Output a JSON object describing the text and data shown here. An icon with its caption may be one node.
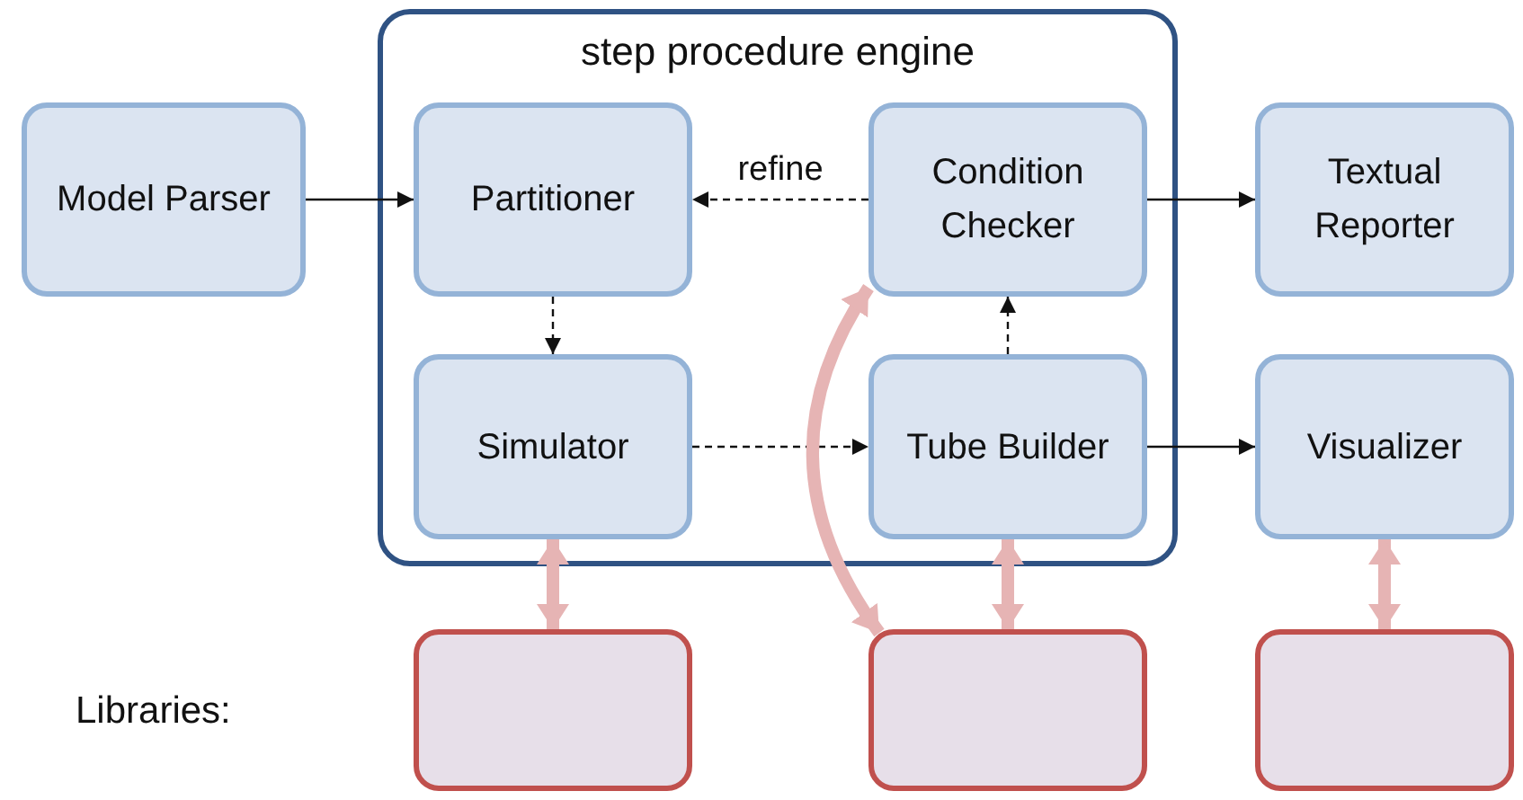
{
  "diagram": {
    "nodes": [
      {
        "text": [
          "step procedure engine"
        ]
      },
      {
        "text": [
          "Model Parser"
        ]
      },
      {
        "text": [
          "Partitioner"
        ],
        "in": 0
      },
      {
        "text": [
          "Condition Checker"
        ],
        "in": 0
      },
      {
        "text": [
          "Textual Reporter"
        ]
      },
      {
        "text": [
          "Simulator"
        ],
        "in": 0
      },
      {
        "text": [
          "Tube Builder"
        ],
        "in": 0
      },
      {
        "text": [
          "Visualizer"
        ]
      },
      {
        "text": [],
        "shape": "box"
      },
      {
        "text": [],
        "shape": "box"
      },
      {
        "text": [],
        "shape": "box"
      }
    ],
    "edges": [
      {
        "from": 1,
        "to": 2,
        "arrow": "to"
      },
      {
        "from": 3,
        "to": 2,
        "arrow": "to",
        "label": "refine",
        "style": "dashed"
      },
      {
        "from": 2,
        "to": 5,
        "arrow": "to",
        "style": "dashed"
      },
      {
        "from": 5,
        "to": 6,
        "arrow": "to",
        "style": "dashed"
      },
      {
        "from": 6,
        "to": 3,
        "arrow": "to",
        "style": "dashed"
      },
      {
        "from": 3,
        "to": 4,
        "arrow": "to"
      },
      {
        "from": 6,
        "to": 7,
        "arrow": "to"
      },
      {
        "from": 5,
        "to": 8,
        "arrow": "both",
        "style": "thick",
        "color": "#e6b4b4"
      },
      {
        "from": 6,
        "to": 9,
        "arrow": "both",
        "style": "thick",
        "color": "#e6b4b4"
      },
      {
        "from": 7,
        "to": 10,
        "arrow": "both",
        "style": "thick",
        "color": "#e6b4b4"
      },
      {
        "from": 9,
        "to": 3,
        "arrow": "both",
        "style": "thick",
        "color": "#e6b4b4"
      }
    ],
    "labels": [
      "Libraries:"
    ]
  }
}
